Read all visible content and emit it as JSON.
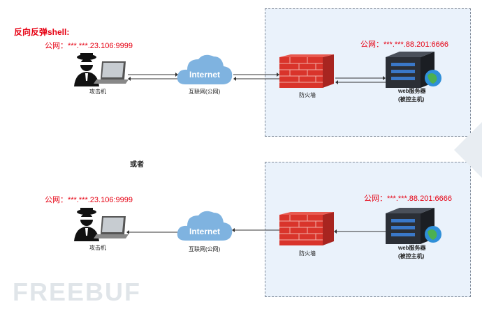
{
  "title": "反向反弹shell:",
  "separator": "或者",
  "top": {
    "attacker_ip": "公网：***.***.23.106:9999",
    "server_ip": "公网：***.***.88.201:6666",
    "attacker_label": "攻击机",
    "internet_label": "Internet",
    "internet_caption": "互联网(公网)",
    "firewall_label": "防火墙",
    "server_label": "web服务器",
    "server_sublabel": "(被控主机)"
  },
  "bottom": {
    "attacker_ip": "公网：***.***.23.106:9999",
    "server_ip": "公网：***.***.88.201:6666",
    "attacker_label": "攻击机",
    "internet_label": "Internet",
    "internet_caption": "互联网(公网)",
    "firewall_label": "防火墙",
    "server_label": "web服务器",
    "server_sublabel": "(被控主机)"
  },
  "watermark": "FREEBUF",
  "colors": {
    "ip_text": "#e60012",
    "zone_fill": "#eaf2fb",
    "cloud": "#7fb3e0",
    "brick": "#d9342b"
  }
}
